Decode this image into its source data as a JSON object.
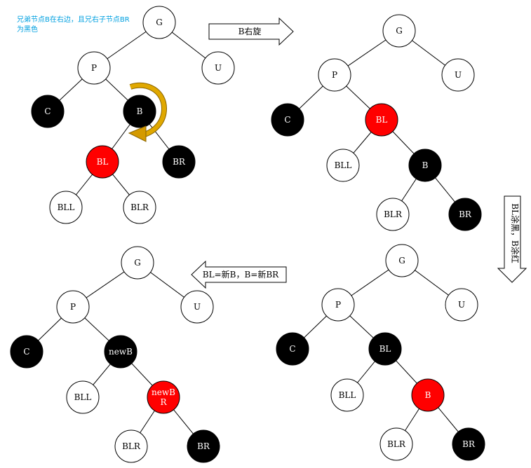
{
  "caption": {
    "text": "兄弟节点B在右边，且兄右子节点BR\n为黑色",
    "color": "#00a0e0"
  },
  "colors": {
    "red": "#ff0000",
    "black": "#000000",
    "white": "#ffffff",
    "gold": "#c8960a"
  },
  "arrows": {
    "rotate": "B右旋",
    "recolor": "BL涂黑，B涂红",
    "rename": "BL=新B，B=新BR"
  },
  "rotation_icon": "clockwise-rotate-icon",
  "trees": [
    {
      "name": "tree-1",
      "nodes": [
        {
          "id": "g",
          "label": "G",
          "fill": "white"
        },
        {
          "id": "p",
          "label": "P",
          "fill": "white"
        },
        {
          "id": "u",
          "label": "U",
          "fill": "white"
        },
        {
          "id": "c",
          "label": "C",
          "fill": "black"
        },
        {
          "id": "b",
          "label": "B",
          "fill": "black"
        },
        {
          "id": "bl",
          "label": "BL",
          "fill": "red"
        },
        {
          "id": "br",
          "label": "BR",
          "fill": "black"
        },
        {
          "id": "bll",
          "label": "BLL",
          "fill": "white"
        },
        {
          "id": "blr",
          "label": "BLR",
          "fill": "white"
        }
      ],
      "edges": [
        [
          "g",
          "p"
        ],
        [
          "g",
          "u"
        ],
        [
          "p",
          "c"
        ],
        [
          "p",
          "b"
        ],
        [
          "b",
          "bl"
        ],
        [
          "b",
          "br"
        ],
        [
          "bl",
          "bll"
        ],
        [
          "bl",
          "blr"
        ]
      ]
    },
    {
      "name": "tree-2",
      "nodes": [
        {
          "id": "g",
          "label": "G",
          "fill": "white"
        },
        {
          "id": "p",
          "label": "P",
          "fill": "white"
        },
        {
          "id": "u",
          "label": "U",
          "fill": "white"
        },
        {
          "id": "c",
          "label": "C",
          "fill": "black"
        },
        {
          "id": "bl",
          "label": "BL",
          "fill": "red"
        },
        {
          "id": "bll",
          "label": "BLL",
          "fill": "white"
        },
        {
          "id": "b",
          "label": "B",
          "fill": "black"
        },
        {
          "id": "blr",
          "label": "BLR",
          "fill": "white"
        },
        {
          "id": "br",
          "label": "BR",
          "fill": "black"
        }
      ],
      "edges": [
        [
          "g",
          "p"
        ],
        [
          "g",
          "u"
        ],
        [
          "p",
          "c"
        ],
        [
          "p",
          "bl"
        ],
        [
          "bl",
          "bll"
        ],
        [
          "bl",
          "b"
        ],
        [
          "b",
          "blr"
        ],
        [
          "b",
          "br"
        ]
      ]
    },
    {
      "name": "tree-3",
      "nodes": [
        {
          "id": "g",
          "label": "G",
          "fill": "white"
        },
        {
          "id": "p",
          "label": "P",
          "fill": "white"
        },
        {
          "id": "u",
          "label": "U",
          "fill": "white"
        },
        {
          "id": "c",
          "label": "C",
          "fill": "black"
        },
        {
          "id": "newb",
          "label": "newB",
          "fill": "black"
        },
        {
          "id": "bll",
          "label": "BLL",
          "fill": "white"
        },
        {
          "id": "newbr",
          "label": "newB\nR",
          "fill": "red"
        },
        {
          "id": "blr",
          "label": "BLR",
          "fill": "white"
        },
        {
          "id": "br",
          "label": "BR",
          "fill": "black"
        }
      ],
      "edges": [
        [
          "g",
          "p"
        ],
        [
          "g",
          "u"
        ],
        [
          "p",
          "c"
        ],
        [
          "p",
          "newb"
        ],
        [
          "newb",
          "bll"
        ],
        [
          "newb",
          "newbr"
        ],
        [
          "newbr",
          "blr"
        ],
        [
          "newbr",
          "br"
        ]
      ]
    },
    {
      "name": "tree-4",
      "nodes": [
        {
          "id": "g",
          "label": "G",
          "fill": "white"
        },
        {
          "id": "p",
          "label": "P",
          "fill": "white"
        },
        {
          "id": "u",
          "label": "U",
          "fill": "white"
        },
        {
          "id": "c",
          "label": "C",
          "fill": "black"
        },
        {
          "id": "bl",
          "label": "BL",
          "fill": "black"
        },
        {
          "id": "bll",
          "label": "BLL",
          "fill": "white"
        },
        {
          "id": "b",
          "label": "B",
          "fill": "red"
        },
        {
          "id": "blr",
          "label": "BLR",
          "fill": "white"
        },
        {
          "id": "br",
          "label": "BR",
          "fill": "black"
        }
      ],
      "edges": [
        [
          "g",
          "p"
        ],
        [
          "g",
          "u"
        ],
        [
          "p",
          "c"
        ],
        [
          "p",
          "bl"
        ],
        [
          "bl",
          "bll"
        ],
        [
          "bl",
          "b"
        ],
        [
          "b",
          "blr"
        ],
        [
          "b",
          "br"
        ]
      ]
    }
  ]
}
